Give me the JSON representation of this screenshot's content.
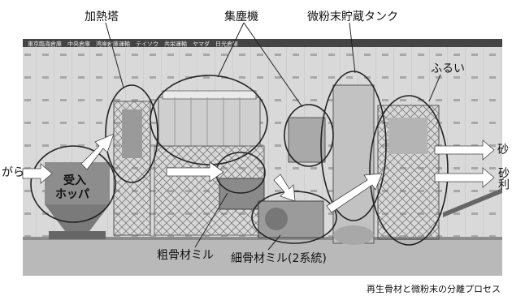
{
  "labels": {
    "heating_tower": "加熱塔",
    "dust_collector": "集塵機",
    "fine_powder_tank": "微粉末貯蔵タンク",
    "sieve": "ふるい",
    "input": "がら",
    "hopper_line1": "受入",
    "hopper_line2": "ホッパ",
    "coarse_mill": "粗骨材ミル",
    "fine_mill": "細骨材ミル(2系統)",
    "out_sand": "砂",
    "out_gravel": "砂利"
  },
  "building_sign": "東京臨海倉庫　中央倉庫　湾岸倉庫運輸　テイソウ　共栄運輸　ヤマダ　日光倉庫",
  "caption": "再生骨材と微粉末の分離プロセス"
}
